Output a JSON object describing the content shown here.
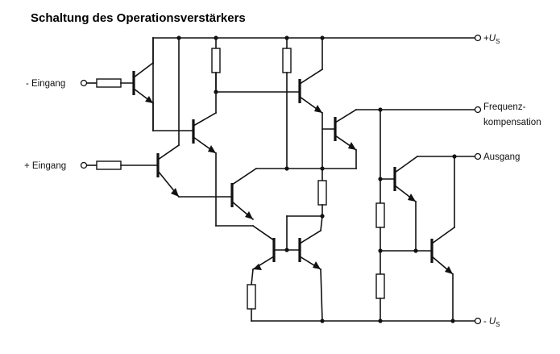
{
  "title": "Schaltung des Operationsverstärkers",
  "labels": {
    "minus_input": "- Eingang",
    "plus_input": "+ Eingang",
    "freq_comp_line1": "Frequenz-",
    "freq_comp_line2": "kompensation",
    "output": "Ausgang",
    "supply_pos_sign": "+",
    "supply_neg_sign": "-",
    "supply_symbol": "U",
    "supply_subscript": "S"
  }
}
